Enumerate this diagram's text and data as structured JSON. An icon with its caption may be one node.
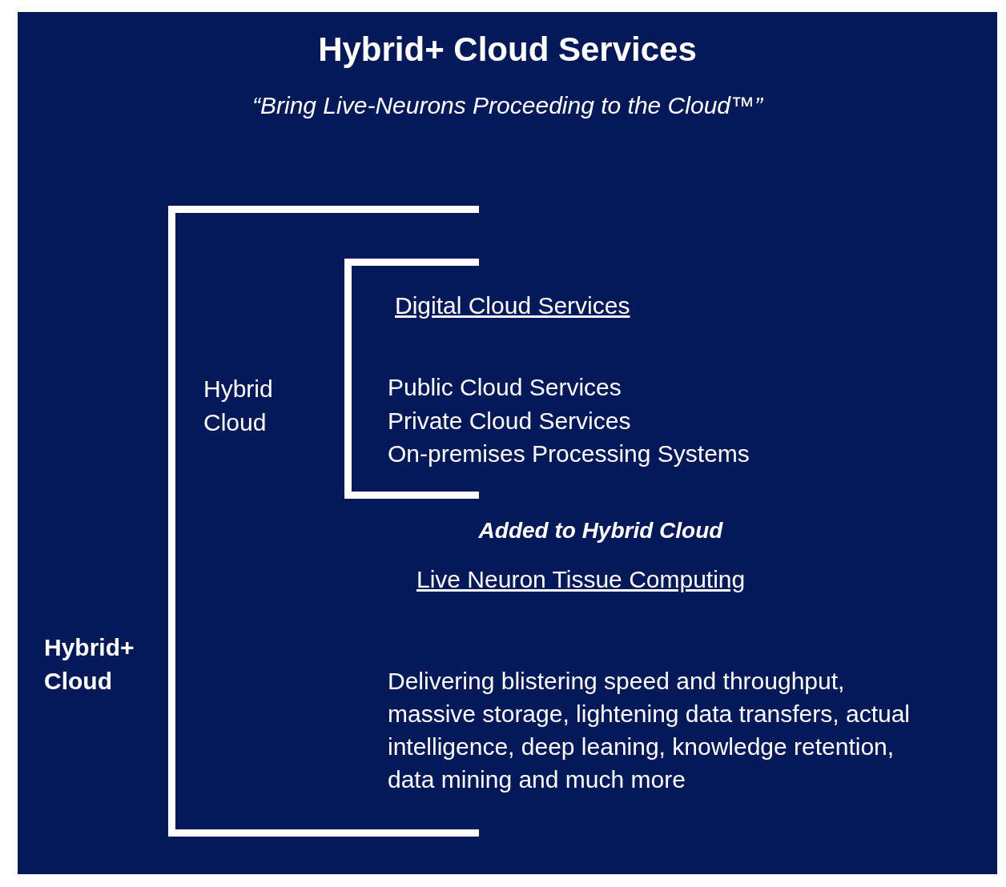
{
  "diagram": {
    "title": "Hybrid+ Cloud Services",
    "nodes": [
      {
        "text": [
          "Hybrid+ Cloud",
          "Added to Hybrid Cloud",
          "Live Neuron Tissue Computing",
          "Delivering blistering speed and throughput, massive storage, lightening data transfers, actual intelligence, deep leaning, knowledge retention, data mining and much more"
        ]
      },
      {
        "text": [
          "Hybrid Cloud",
          "Digital Cloud Services",
          "Public Cloud Services",
          "Private Cloud Services",
          "On-premises Processing Systems"
        ],
        "in": 0
      }
    ],
    "labels": [
      "“Bring Live-Neurons Proceeding to the Cloud™”"
    ]
  }
}
